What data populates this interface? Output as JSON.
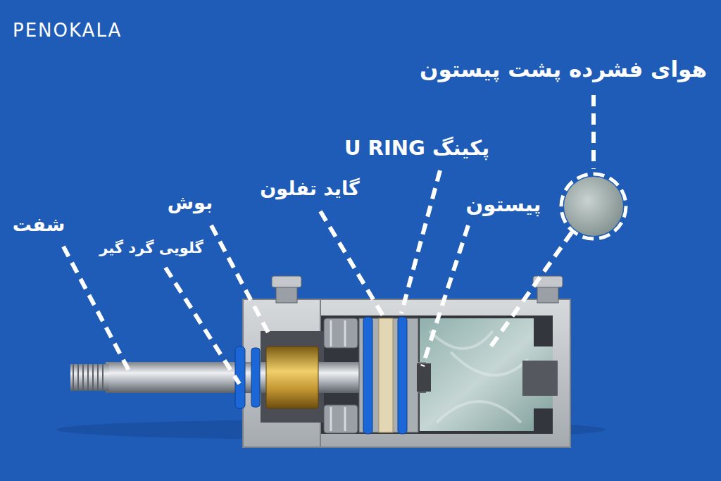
{
  "diagram": {
    "labels": [
      "PENOKALA",
      "هوای فشرده پشت پیستون",
      "پکینگ U RING",
      "گاید تفلون",
      "پیستون",
      "بوش",
      "شفت",
      "گلویی گرد گیر"
    ]
  }
}
